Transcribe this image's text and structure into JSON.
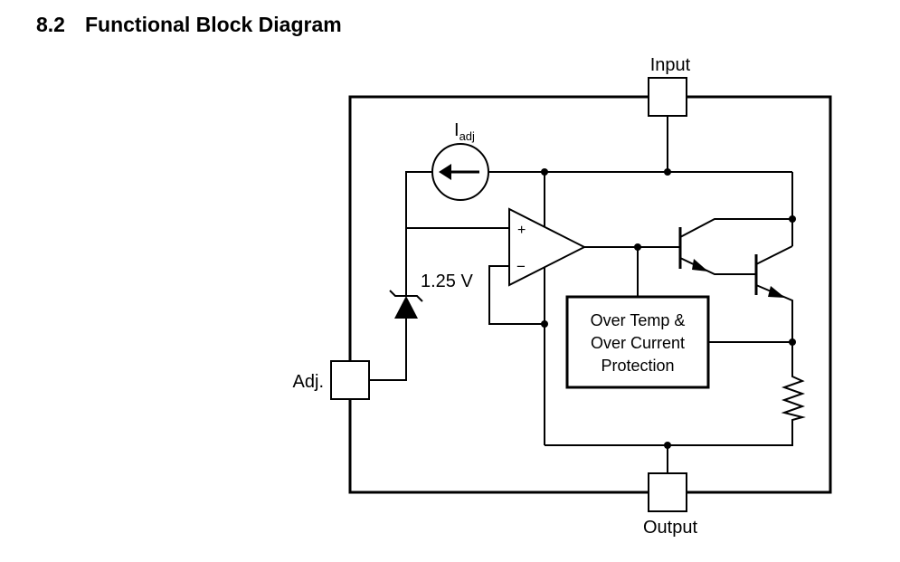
{
  "section": {
    "number": "8.2",
    "title": "Functional Block Diagram"
  },
  "pins": {
    "input": "Input",
    "output": "Output",
    "adj": "Adj."
  },
  "labels": {
    "iadj_main": "I",
    "iadj_sub": "adj",
    "reference_voltage": "1.25 V",
    "opamp_plus": "+",
    "opamp_minus": "−"
  },
  "protection": {
    "line1": "Over Temp &",
    "line2": "Over Current",
    "line3": "Protection"
  }
}
